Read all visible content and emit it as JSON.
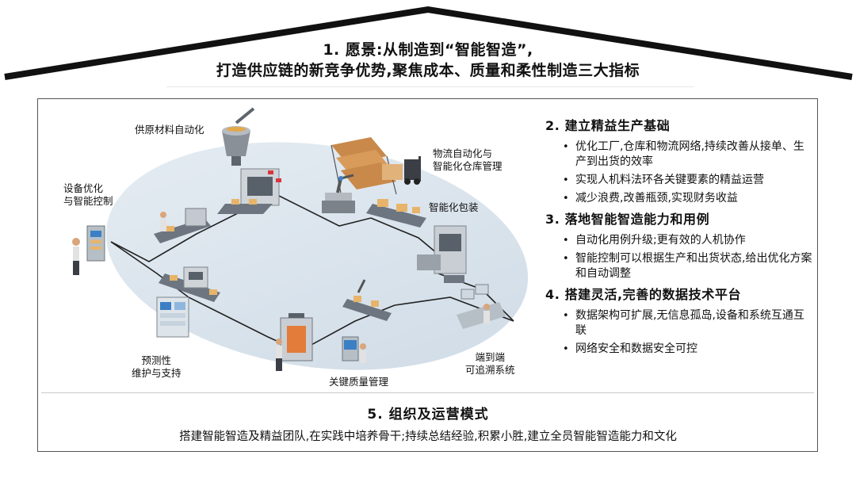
{
  "vision": {
    "line1": "1. 愿景:从制造到“智能智造”,",
    "line2": "打造供应链的新竞争优势,聚焦成本、质量和柔性制造三大指标"
  },
  "labels": {
    "supply": "供原材料自动化",
    "logistics": "物流自动化与\n智能化仓库管理",
    "equipment": "设备优化\n与智能控制",
    "packaging": "智能化包装",
    "maintenance": "预测性\n维护与支持",
    "quality": "关键质量管理",
    "traceability": "端到端\n可追溯系统"
  },
  "sections": [
    {
      "title": "2. 建立精益生产基础",
      "bullets": [
        "优化工厂,仓库和物流网络,持续改善从接单、生产到出货的效率",
        "实现人机料法环各关键要素的精益运营",
        "减少浪费,改善瓶颈,实现财务收益"
      ]
    },
    {
      "title": "3. 落地智能智造能力和用例",
      "bullets": [
        "自动化用例升级;更有效的人机协作",
        "智能控制可以根据生产和出货状态,给出优化方案和自动调整"
      ]
    },
    {
      "title": "4. 搭建灵活,完善的数据技术平台",
      "bullets": [
        "数据架构可扩展,无信息孤岛,设备和系统互通互联",
        "网络安全和数据安全可控"
      ]
    }
  ],
  "org": {
    "title": "5. 组织及运营模式",
    "text": "搭建智能智造及精益团队,在实践中培养骨干;持续总结经验,积累小胜,建立全员智能智造能力和文化"
  },
  "colors": {
    "ellipse": "#d9e3ec",
    "belt": "#6d7680",
    "box": "#e7b46a",
    "accent_red": "#d9363e",
    "accent_blue": "#3b7fc4"
  }
}
